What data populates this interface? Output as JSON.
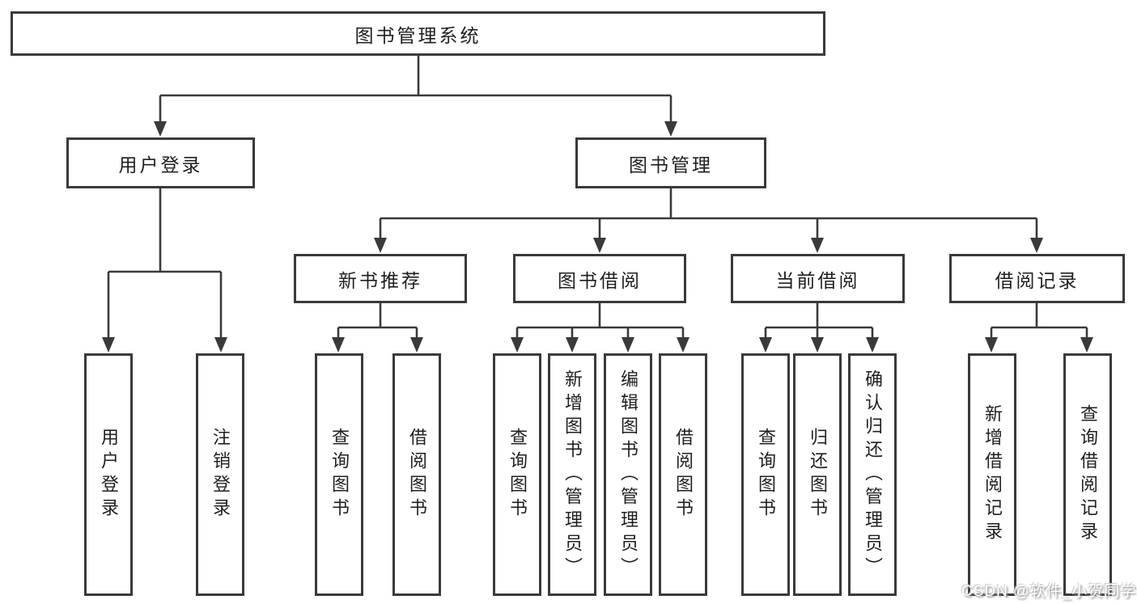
{
  "tree": {
    "root": {
      "label": "图书管理系统",
      "children": [
        {
          "label": "用户登录",
          "children": [
            {
              "label": "用户登录"
            },
            {
              "label": "注销登录"
            }
          ]
        },
        {
          "label": "图书管理",
          "children": [
            {
              "label": "新书推荐",
              "children": [
                {
                  "label": "查询图书"
                },
                {
                  "label": "借阅图书"
                }
              ]
            },
            {
              "label": "图书借阅",
              "children": [
                {
                  "label": "查询图书"
                },
                {
                  "label": "新增图书（管理员）"
                },
                {
                  "label": "编辑图书（管理员）"
                },
                {
                  "label": "借阅图书"
                }
              ]
            },
            {
              "label": "当前借阅",
              "children": [
                {
                  "label": "查询图书"
                },
                {
                  "label": "归还图书"
                },
                {
                  "label": "确认归还（管理员）"
                }
              ]
            },
            {
              "label": "借阅记录",
              "children": [
                {
                  "label": "新增借阅记录"
                },
                {
                  "label": "查询借阅记录"
                }
              ]
            }
          ]
        }
      ]
    }
  },
  "watermark": {
    "text": "CSDN @软件_小贺同学"
  },
  "colors": {
    "line": "#3a3a3a",
    "box_border": "#3a3a3a",
    "text": "#1f1f1f",
    "background": "#ffffff",
    "watermark_fill": "#ffffff",
    "watermark_shadow": "#8e8e8e"
  }
}
